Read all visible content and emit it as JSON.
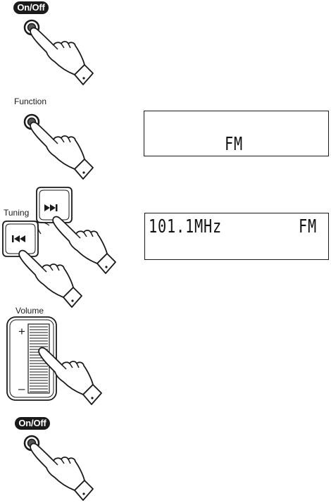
{
  "step1": {
    "button_label": "On/Off"
  },
  "step2": {
    "caption": "Function",
    "display": {
      "line2": "FM"
    }
  },
  "step3": {
    "caption": "Tuning",
    "display": {
      "frequency": "101.1",
      "unit": "MHz",
      "band": "FM"
    }
  },
  "step4": {
    "caption": "Volume",
    "plus": "+",
    "minus": "–"
  },
  "step5": {
    "button_label": "On/Off"
  },
  "icons": [
    "hand-pointer-icon",
    "skip-forward-icon",
    "skip-back-icon"
  ]
}
